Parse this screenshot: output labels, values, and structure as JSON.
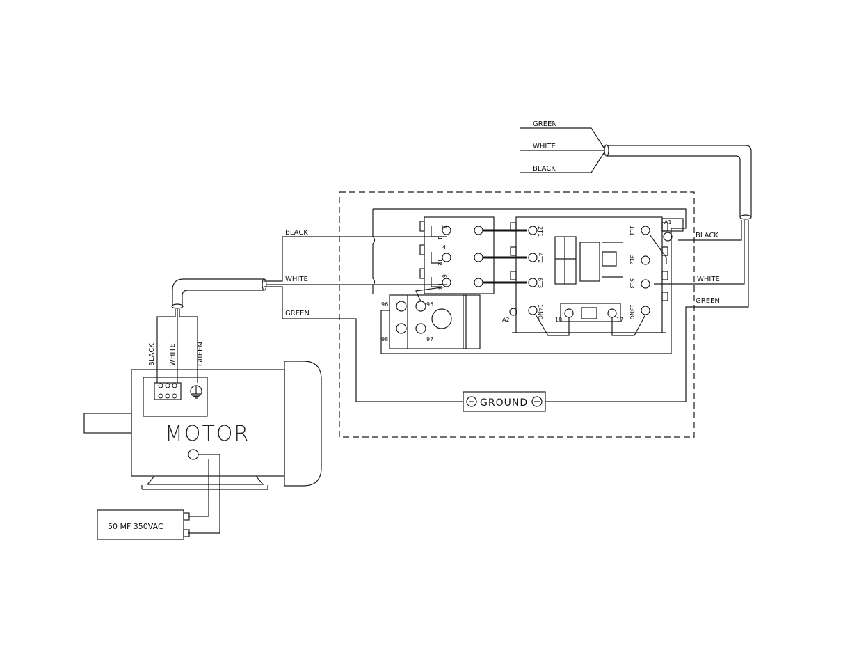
{
  "supply_labels": {
    "green": "GREEN",
    "white": "WHITE",
    "black": "BLACK"
  },
  "motor_leads": {
    "black": "BLACK",
    "white": "WHITE",
    "green": "GREEN"
  },
  "motor_terminals": {
    "black": "BLACK",
    "white": "WHITE",
    "green": "GREEN"
  },
  "line_side": {
    "black": "BLACK",
    "white": "WHITE",
    "green": "GREEN"
  },
  "motor": {
    "label": "MOTOR"
  },
  "capacitor": {
    "label": "50 MF 350VAC"
  },
  "ground": {
    "label": "GROUND"
  },
  "overload": {
    "t1": "T1",
    "t2": "T2",
    "t3": "T3",
    "n2": "2",
    "n4": "4",
    "n6": "6",
    "n95": "95",
    "n96": "96",
    "n97": "97",
    "n98": "98"
  },
  "contactor": {
    "t1": "2T1",
    "t2": "4T2",
    "t3": "6T3",
    "no14": "14NO",
    "l1": "1L1",
    "l2": "3L2",
    "l3": "5L3",
    "no13": "13NO",
    "a1": "A1",
    "a2": "A2",
    "n18": "18",
    "n17": "17"
  }
}
